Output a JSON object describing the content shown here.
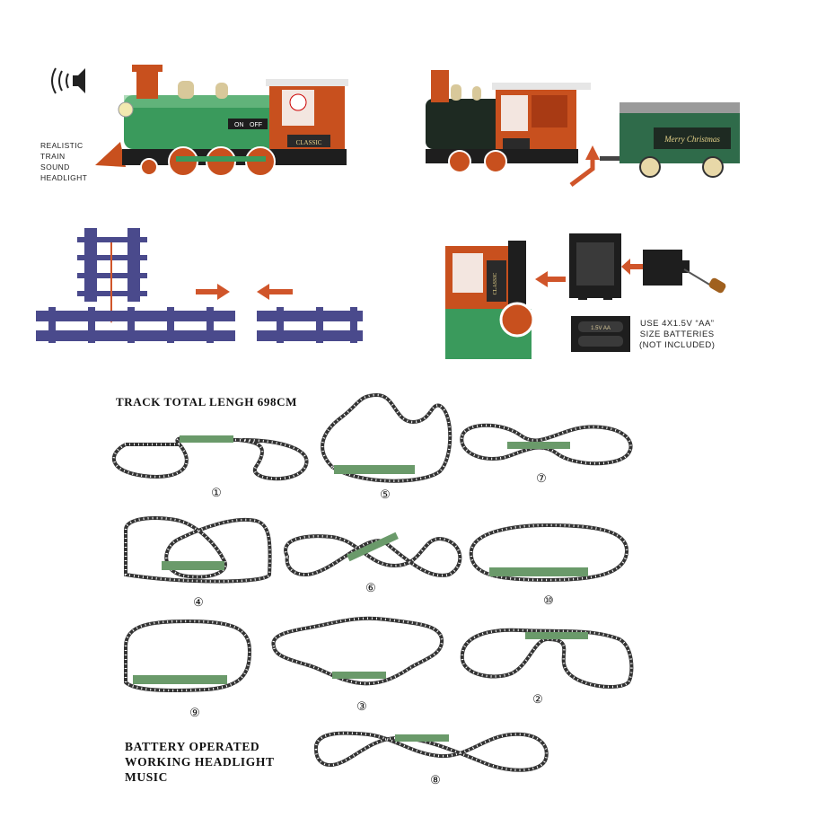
{
  "features": {
    "lines": [
      "REALISTIC",
      "TRAIN",
      "SOUND",
      "HEADLIGHT"
    ],
    "icon": "speaker-icon"
  },
  "locomotive": {
    "switch_on": "ON",
    "switch_off": "OFF",
    "nameplate": "CLASSIC"
  },
  "tender": {
    "nameplate": "Merry Christmas"
  },
  "battery_step": {
    "loco_nameplate": "CLASSIC",
    "battery_label": "1.5V AA",
    "note": [
      "USE 4X1.5V “AA”",
      "SIZE BATTERIES",
      "(NOT INCLUDED)"
    ]
  },
  "track": {
    "title": "TRACK TOTAL LENGH 698CM",
    "layouts": [
      {
        "id": "layout-1",
        "number": "①"
      },
      {
        "id": "layout-5",
        "number": "⑤"
      },
      {
        "id": "layout-7",
        "number": "⑦"
      },
      {
        "id": "layout-4",
        "number": "④"
      },
      {
        "id": "layout-6",
        "number": "⑥"
      },
      {
        "id": "layout-10",
        "number": "⑩"
      },
      {
        "id": "layout-9",
        "number": "⑨"
      },
      {
        "id": "layout-3",
        "number": "③"
      },
      {
        "id": "layout-2",
        "number": "②"
      },
      {
        "id": "layout-8",
        "number": "⑧"
      }
    ]
  },
  "footer": {
    "lines": [
      "BATTERY OPERATED",
      "WORKING HEADLIGHT",
      "MUSIC"
    ]
  },
  "colors": {
    "loco_green": "#3a9a5c",
    "loco_red": "#c8501e",
    "track_purple": "#4a4a8c",
    "arrow_red": "#d0552a",
    "tender_green": "#2f6b4a"
  }
}
